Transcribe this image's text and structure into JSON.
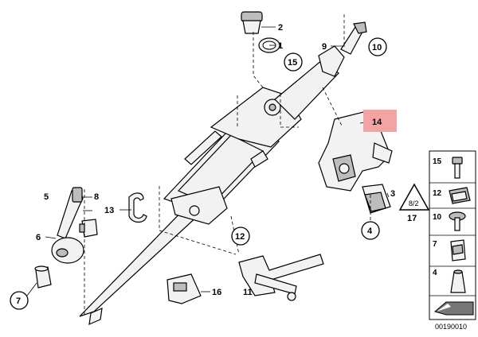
{
  "callouts": {
    "c1": "1",
    "c2": "2",
    "c3": "3",
    "c4": "4",
    "c5": "5",
    "c6": "6",
    "c7": "7",
    "c8": "8",
    "c9": "9",
    "c10": "10",
    "c11": "11",
    "c12": "12",
    "c13": "13",
    "c14": "14",
    "c15": "15",
    "c16": "16",
    "c17": "17"
  },
  "legend": {
    "items": [
      "15",
      "12",
      "10",
      "7",
      "4"
    ]
  },
  "reference_number": "00190010",
  "highlight_color": "#f4a3a3"
}
